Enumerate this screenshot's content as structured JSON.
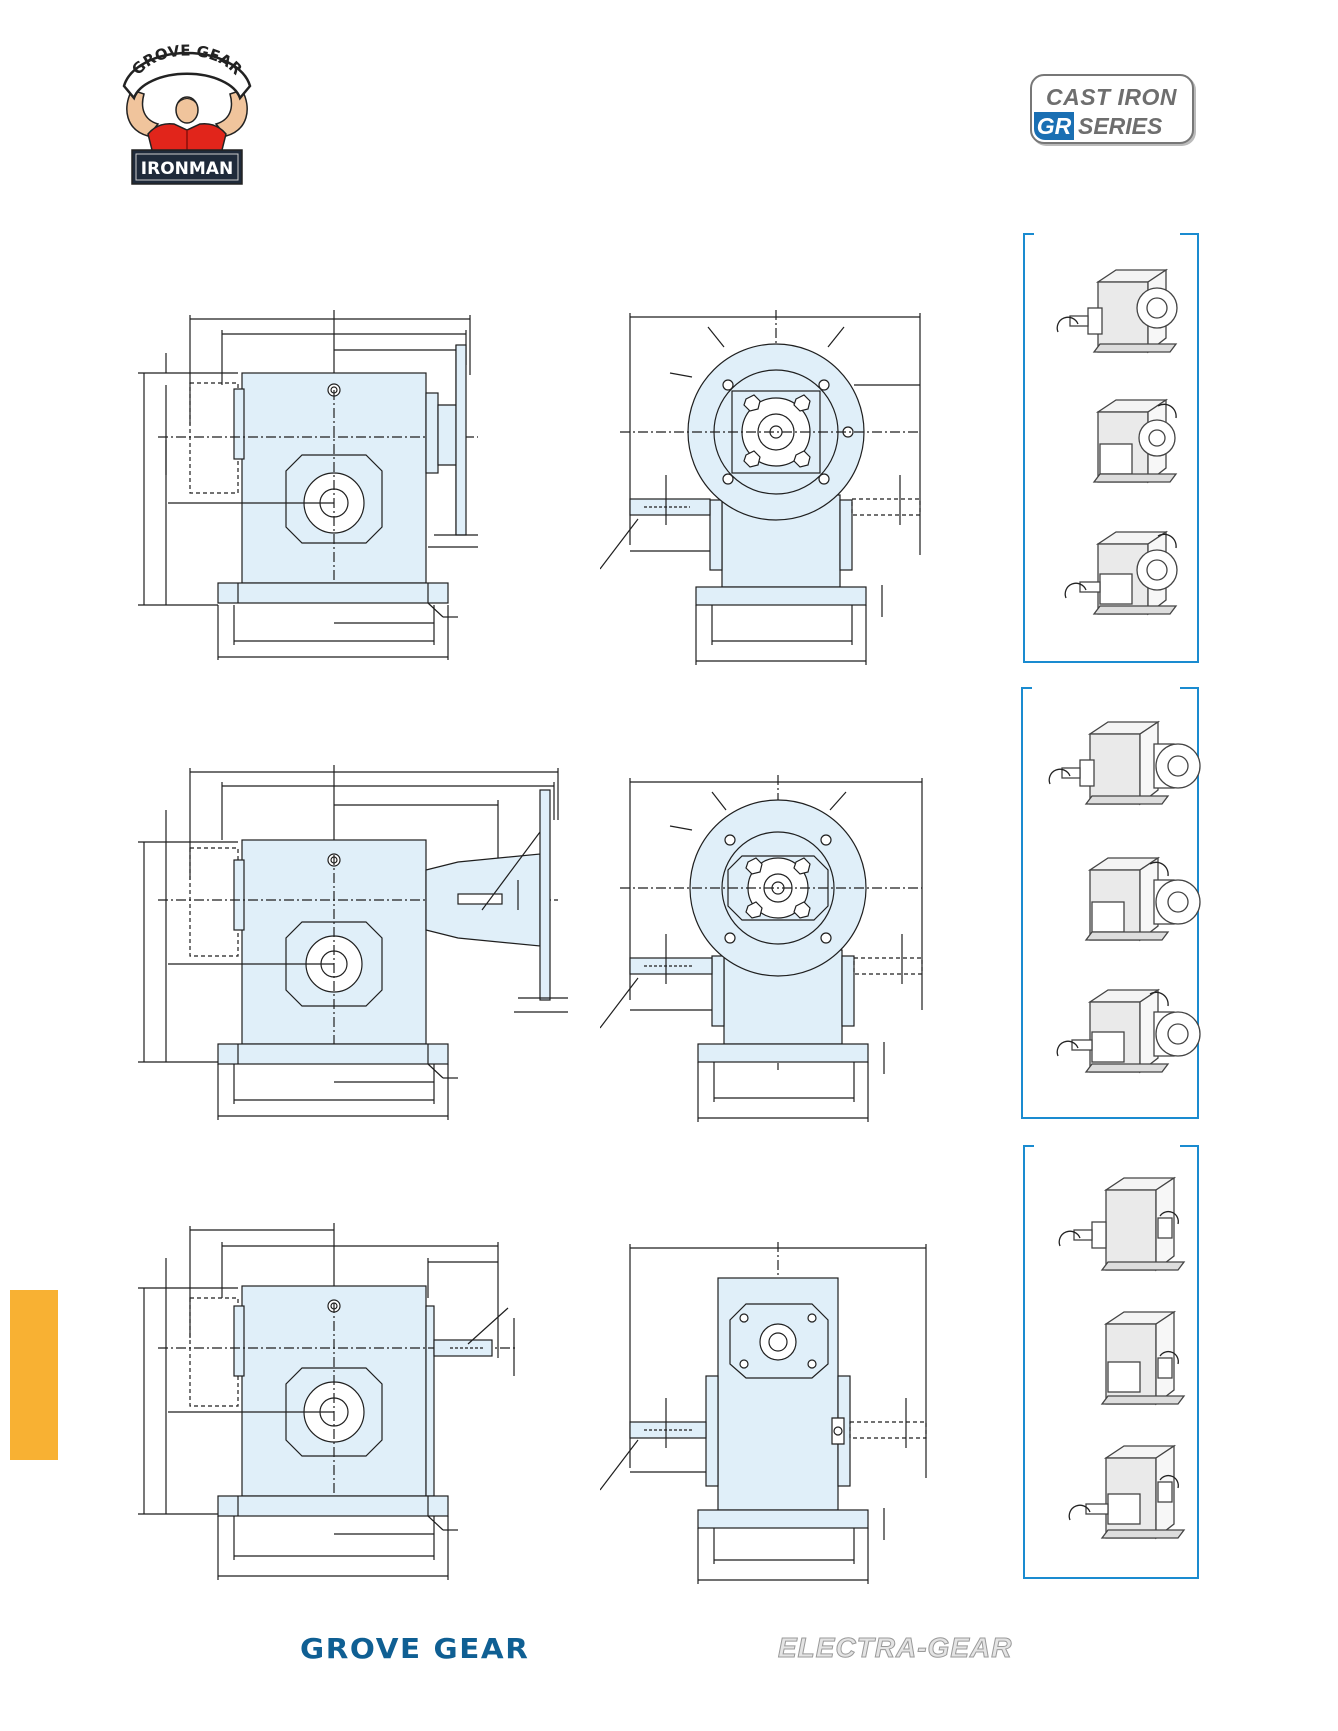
{
  "brand": {
    "logo_arc_text": "GROVE GEAR",
    "logo_plate_text": "IRONMAN"
  },
  "series_badge": {
    "line1": "CAST IRON",
    "prefix": "GR",
    "line2": "SERIES"
  },
  "colors": {
    "housing_fill": "#e0eff9",
    "line": "#1f1f1f",
    "panel_border": "#1a8bd0",
    "tab_accent": "#f8b133",
    "footer_blue": "#0f5f93"
  },
  "footer": {
    "left_brand": "GROVE GEAR",
    "right_brand": "ELECTRA-GEAR"
  },
  "rows": [
    {
      "id": "flange-quill",
      "side_view": "side-view-flange",
      "end_view": "end-view-flange",
      "thumbnails": 3
    },
    {
      "id": "flange-coupling",
      "side_view": "side-view-coupling",
      "end_view": "end-view-coupling",
      "thumbnails": 3
    },
    {
      "id": "shaft-input",
      "side_view": "side-view-shaft",
      "end_view": "end-view-shaft",
      "thumbnails": 3
    }
  ]
}
